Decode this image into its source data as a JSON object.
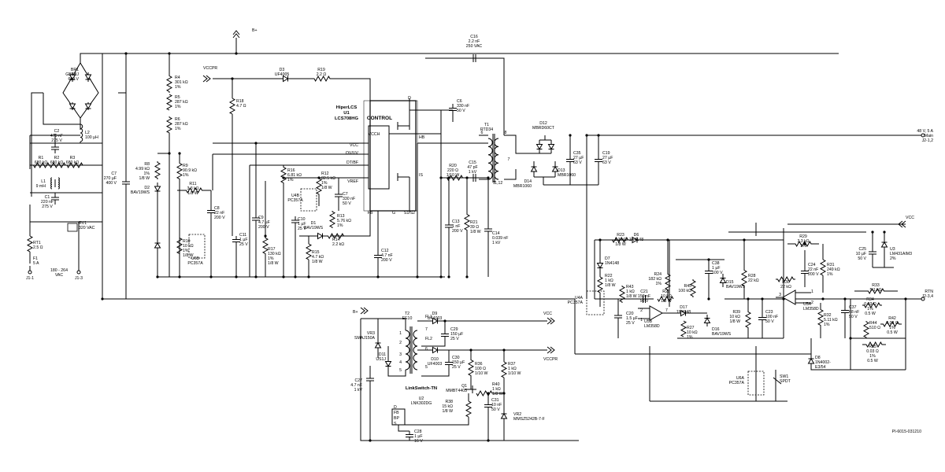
{
  "components": [
    {
      "id": "BR1",
      "text": [
        "BR1",
        "GBU8J",
        "600 V"
      ]
    },
    {
      "id": "C2",
      "text": [
        "C2",
        "470 nF",
        "275 V"
      ]
    },
    {
      "id": "L2",
      "text": [
        "L2",
        "100 µH"
      ]
    },
    {
      "id": "R1",
      "text": [
        "R1",
        "680 kΩ"
      ]
    },
    {
      "id": "R2",
      "text": [
        "R2",
        "680 kΩ"
      ]
    },
    {
      "id": "R3",
      "text": [
        "R3",
        "680 kΩ"
      ]
    },
    {
      "id": "L1",
      "text": [
        "L1",
        "9 mH"
      ]
    },
    {
      "id": "C1",
      "text": [
        "C1",
        "220 nF",
        "275 V"
      ]
    },
    {
      "id": "RV1",
      "text": [
        "RV1",
        "320 VAC"
      ]
    },
    {
      "id": "RT1",
      "text": [
        "RT1",
        "2.5 Ω"
      ]
    },
    {
      "id": "F1",
      "text": [
        "F1",
        "5 A"
      ]
    },
    {
      "id": "C7",
      "text": [
        "C7",
        "270 µF",
        "400 V"
      ]
    },
    {
      "id": "R4",
      "text": [
        "R4",
        "301 kΩ",
        "1%"
      ]
    },
    {
      "id": "R5",
      "text": [
        "R5",
        "287 kΩ",
        "1%"
      ]
    },
    {
      "id": "R6",
      "text": [
        "R6",
        "287 kΩ",
        "1%"
      ]
    },
    {
      "id": "R8",
      "text": [
        "R8",
        "4.99 kΩ",
        "1%",
        "1/8 W"
      ]
    },
    {
      "id": "D2",
      "text": [
        "D2",
        "BAV19WS"
      ]
    },
    {
      "id": "R9",
      "text": [
        "R9",
        "90.9 kΩ",
        "1%"
      ]
    },
    {
      "id": "R11",
      "text": [
        "R11",
        "3.3 kΩ",
        "1/8 W"
      ]
    },
    {
      "id": "C8",
      "text": [
        "C8",
        "22 nF",
        "200 V"
      ]
    },
    {
      "id": "R10",
      "text": [
        "R10",
        "10 kΩ",
        "1%",
        "1/8 W"
      ]
    },
    {
      "id": "U6B",
      "text": [
        "U6B",
        "PC357A"
      ]
    },
    {
      "id": "R18",
      "text": [
        "R18",
        "4.7 Ω"
      ]
    },
    {
      "id": "C9",
      "text": [
        "C9",
        "4.7 µF",
        "200 V"
      ]
    },
    {
      "id": "C11",
      "text": [
        "C11",
        "1 µF",
        "25 V"
      ]
    },
    {
      "id": "D3",
      "text": [
        "D3",
        "UF4005"
      ]
    },
    {
      "id": "R19",
      "text": [
        "R19",
        "2.2 Ω"
      ]
    },
    {
      "id": "R16",
      "text": [
        "R16",
        "6.81 kΩ",
        "1%"
      ]
    },
    {
      "id": "R12",
      "text": [
        "R12",
        "82.5 kΩ",
        "1%",
        "1/8 W"
      ]
    },
    {
      "id": "U4B",
      "text": [
        "U4B",
        "PC357A"
      ]
    },
    {
      "id": "C7b",
      "text": [
        "C7",
        "330 nF",
        "50 V"
      ]
    },
    {
      "id": "C10",
      "text": [
        "C10",
        "1 µF",
        "25 V"
      ]
    },
    {
      "id": "R13",
      "text": [
        "R13",
        "5.76 kΩ",
        "1%"
      ]
    },
    {
      "id": "D1",
      "text": [
        "D1",
        "BAV19WS"
      ]
    },
    {
      "id": "R14",
      "text": [
        "R14",
        "2.2 kΩ"
      ]
    },
    {
      "id": "R17",
      "text": [
        "R17",
        "130 kΩ",
        "1%",
        "1/8 W"
      ]
    },
    {
      "id": "R15",
      "text": [
        "R15",
        "4.7 kΩ",
        "1/8 W"
      ]
    },
    {
      "id": "C12",
      "text": [
        "C12",
        "4.7 nF",
        "200 V"
      ]
    },
    {
      "id": "C6",
      "text": [
        "C6",
        "330 nF",
        "50 V"
      ]
    },
    {
      "id": "C16",
      "text": [
        "C16",
        "2.2 nF",
        "250 VAC"
      ]
    },
    {
      "id": "R20",
      "text": [
        "R20",
        "220 Ω",
        "1/10 W"
      ]
    },
    {
      "id": "C15",
      "text": [
        "C15",
        "47 pF",
        "1 kV"
      ]
    },
    {
      "id": "C13",
      "text": [
        "C13",
        "1 nF",
        "200 V"
      ]
    },
    {
      "id": "R21",
      "text": [
        "R21",
        "39 Ω",
        "1/8 W"
      ]
    },
    {
      "id": "C14",
      "text": [
        "C14",
        "0.039 nF",
        "1 kV"
      ]
    },
    {
      "id": "T1",
      "text": [
        "T1",
        "RTD34"
      ]
    },
    {
      "id": "D12",
      "text": [
        "D12",
        "MBRD60CT"
      ]
    },
    {
      "id": "C35",
      "text": [
        "C35",
        "27 µF",
        "63 V"
      ]
    },
    {
      "id": "C19",
      "text": [
        "C19",
        "27 µF",
        "63 V"
      ]
    },
    {
      "id": "D14",
      "text": [
        "D14",
        "MBR1060"
      ]
    },
    {
      "id": "D13",
      "text": [
        "D13",
        "MBR1060"
      ]
    },
    {
      "id": "R23",
      "text": [
        "R23",
        "1.3 kΩ",
        "1/8 W"
      ]
    },
    {
      "id": "D6",
      "text": [
        "D6",
        "1N4148"
      ]
    },
    {
      "id": "D7",
      "text": [
        "D7",
        "1N4148"
      ]
    },
    {
      "id": "R22",
      "text": [
        "R22",
        "1 kΩ",
        "1/8 W"
      ]
    },
    {
      "id": "C38",
      "text": [
        "C38",
        "1 µF",
        "100 V"
      ]
    },
    {
      "id": "R24",
      "text": [
        "R24",
        "182 kΩ",
        "1%"
      ]
    },
    {
      "id": "R45",
      "text": [
        "R45",
        "100 kΩ"
      ]
    },
    {
      "id": "D15",
      "text": [
        "D15",
        "BAV19WS"
      ]
    },
    {
      "id": "R28",
      "text": [
        "R28",
        "22 kΩ"
      ]
    },
    {
      "id": "R43",
      "text": [
        "R43",
        "1 kΩ",
        "1/8 W"
      ]
    },
    {
      "id": "C21",
      "text": [
        "C21",
        "150 nF",
        "50 V"
      ]
    },
    {
      "id": "R26",
      "text": [
        "R26",
        "10 kΩ",
        "1/8 W"
      ]
    },
    {
      "id": "D17",
      "text": [
        "D17",
        "1N4148"
      ]
    },
    {
      "id": "U5B",
      "text": [
        "U5B",
        "LM358D"
      ]
    },
    {
      "id": "C20",
      "text": [
        "C20",
        "1.5 µF",
        "25 V"
      ]
    },
    {
      "id": "U4A",
      "text": [
        "U4A",
        "PC357A"
      ]
    },
    {
      "id": "R27",
      "text": [
        "R27",
        "10 kΩ",
        "1%"
      ]
    },
    {
      "id": "D16",
      "text": [
        "D16",
        "BAV19WS"
      ]
    },
    {
      "id": "R39",
      "text": [
        "R39",
        "10 kΩ",
        "1/8 W"
      ]
    },
    {
      "id": "C23",
      "text": [
        "C23",
        "100 nF",
        "50 V"
      ]
    },
    {
      "id": "R29",
      "text": [
        "R29",
        "3.3 kΩ",
        "1%"
      ]
    },
    {
      "id": "C24",
      "text": [
        "C24",
        "22 nF",
        "200 V"
      ]
    },
    {
      "id": "R31",
      "text": [
        "R31",
        "249 kΩ",
        "1%"
      ]
    },
    {
      "id": "C25",
      "text": [
        "C25",
        "10 µF",
        "50 V"
      ]
    },
    {
      "id": "U3",
      "text": [
        "U3",
        "LM431AIM3",
        "2%"
      ]
    },
    {
      "id": "R30",
      "text": [
        "R30",
        "22 kΩ"
      ]
    },
    {
      "id": "U5A",
      "text": [
        "U5A",
        "LM358D"
      ]
    },
    {
      "id": "R32",
      "text": [
        "R32",
        "5.11 kΩ",
        "1%"
      ]
    },
    {
      "id": "R33",
      "text": [
        "R33",
        "5.1 kΩ"
      ]
    },
    {
      "id": "C37",
      "text": [
        "C37",
        "68 nF",
        "50 V"
      ]
    },
    {
      "id": "R34",
      "text": [
        "R34",
        "0.03 Ω",
        "1%",
        "0.5 W"
      ]
    },
    {
      "id": "R44",
      "text": [
        "R44",
        "510 Ω"
      ]
    },
    {
      "id": "R42",
      "text": [
        "R42",
        "0.03 Ω",
        "1%",
        "0.5 W"
      ]
    },
    {
      "id": "R35",
      "text": [
        "R35",
        "0.03 Ω",
        "1%",
        "0.5 W"
      ]
    },
    {
      "id": "D8",
      "text": [
        "D8",
        "1N4002-",
        "E3/54"
      ]
    },
    {
      "id": "U6A",
      "text": [
        "U6A",
        "PC357A"
      ]
    },
    {
      "id": "SW1",
      "text": [
        "SW1",
        "SPDT"
      ]
    },
    {
      "id": "T2",
      "text": [
        "T2",
        "EE10"
      ]
    },
    {
      "id": "VR3",
      "text": [
        "VR3",
        "SMAJ150A"
      ]
    },
    {
      "id": "D11",
      "text": [
        "D11",
        "US1J"
      ]
    },
    {
      "id": "D9",
      "text": [
        "D9",
        "UF4003"
      ]
    },
    {
      "id": "C29",
      "text": [
        "C29",
        "150 µF",
        "25 V"
      ]
    },
    {
      "id": "D10",
      "text": [
        "D10",
        "UF4003"
      ]
    },
    {
      "id": "C30",
      "text": [
        "C30",
        "150 µF",
        "25 V"
      ]
    },
    {
      "id": "R36",
      "text": [
        "R36",
        "100 Ω",
        "1/10 W"
      ]
    },
    {
      "id": "R37",
      "text": [
        "R37",
        "1 kΩ",
        "1/10 W"
      ]
    },
    {
      "id": "Q1",
      "text": [
        "Q1",
        "MMBT4403"
      ]
    },
    {
      "id": "R40",
      "text": [
        "R40",
        "1 kΩ",
        "1/8 W"
      ]
    },
    {
      "id": "C31",
      "text": [
        "C31",
        "10 nF",
        "50 V"
      ]
    },
    {
      "id": "R38",
      "text": [
        "R38",
        "15 kΩ",
        "1/8 W"
      ]
    },
    {
      "id": "VR2",
      "text": [
        "VR2",
        "MMSZ5242B-7-F"
      ]
    },
    {
      "id": "C27",
      "text": [
        "C27",
        "4.7 nF",
        "1 kV"
      ]
    },
    {
      "id": "U2",
      "text": [
        "U2",
        "LNK302DG"
      ]
    },
    {
      "id": "C28",
      "text": [
        "C28",
        "1 µF",
        "16 V"
      ]
    }
  ],
  "ic_labels": {
    "hiperlcs": [
      "HiperLCS",
      "U1",
      "LCS708HG"
    ],
    "control": "CONTROL",
    "linkswitch": "LinkSwitch-TN",
    "pins": [
      "VCCH",
      "D",
      "VCC",
      "HB",
      "OV/UV",
      "DT/BF",
      "IS",
      "VREF",
      "FB",
      "G",
      "S1/S2",
      "FB",
      "BP",
      "S",
      "D"
    ]
  },
  "nets": {
    "bplus": "B+",
    "vccpr": "VCCPR",
    "vcc": "VCC",
    "out_main": [
      "48 V, 5 A",
      "Main",
      "J2-1,2"
    ],
    "rtn": [
      "RTN",
      "J2-3,4"
    ],
    "ac_in": [
      "J1-1",
      "180 - 264",
      "VAC",
      "J1-3"
    ]
  },
  "pin_numbers": [
    "6",
    "8",
    "7",
    "11,12",
    "1",
    "2",
    "3",
    "4",
    "5",
    "5",
    "6",
    "7",
    "8",
    "3",
    "2",
    "1",
    "7",
    "6",
    "5",
    "1",
    "2",
    "3",
    "4",
    "5",
    "FL1",
    "FL2",
    "S",
    "D"
  ],
  "drawing_number": "PI-6015-031210"
}
